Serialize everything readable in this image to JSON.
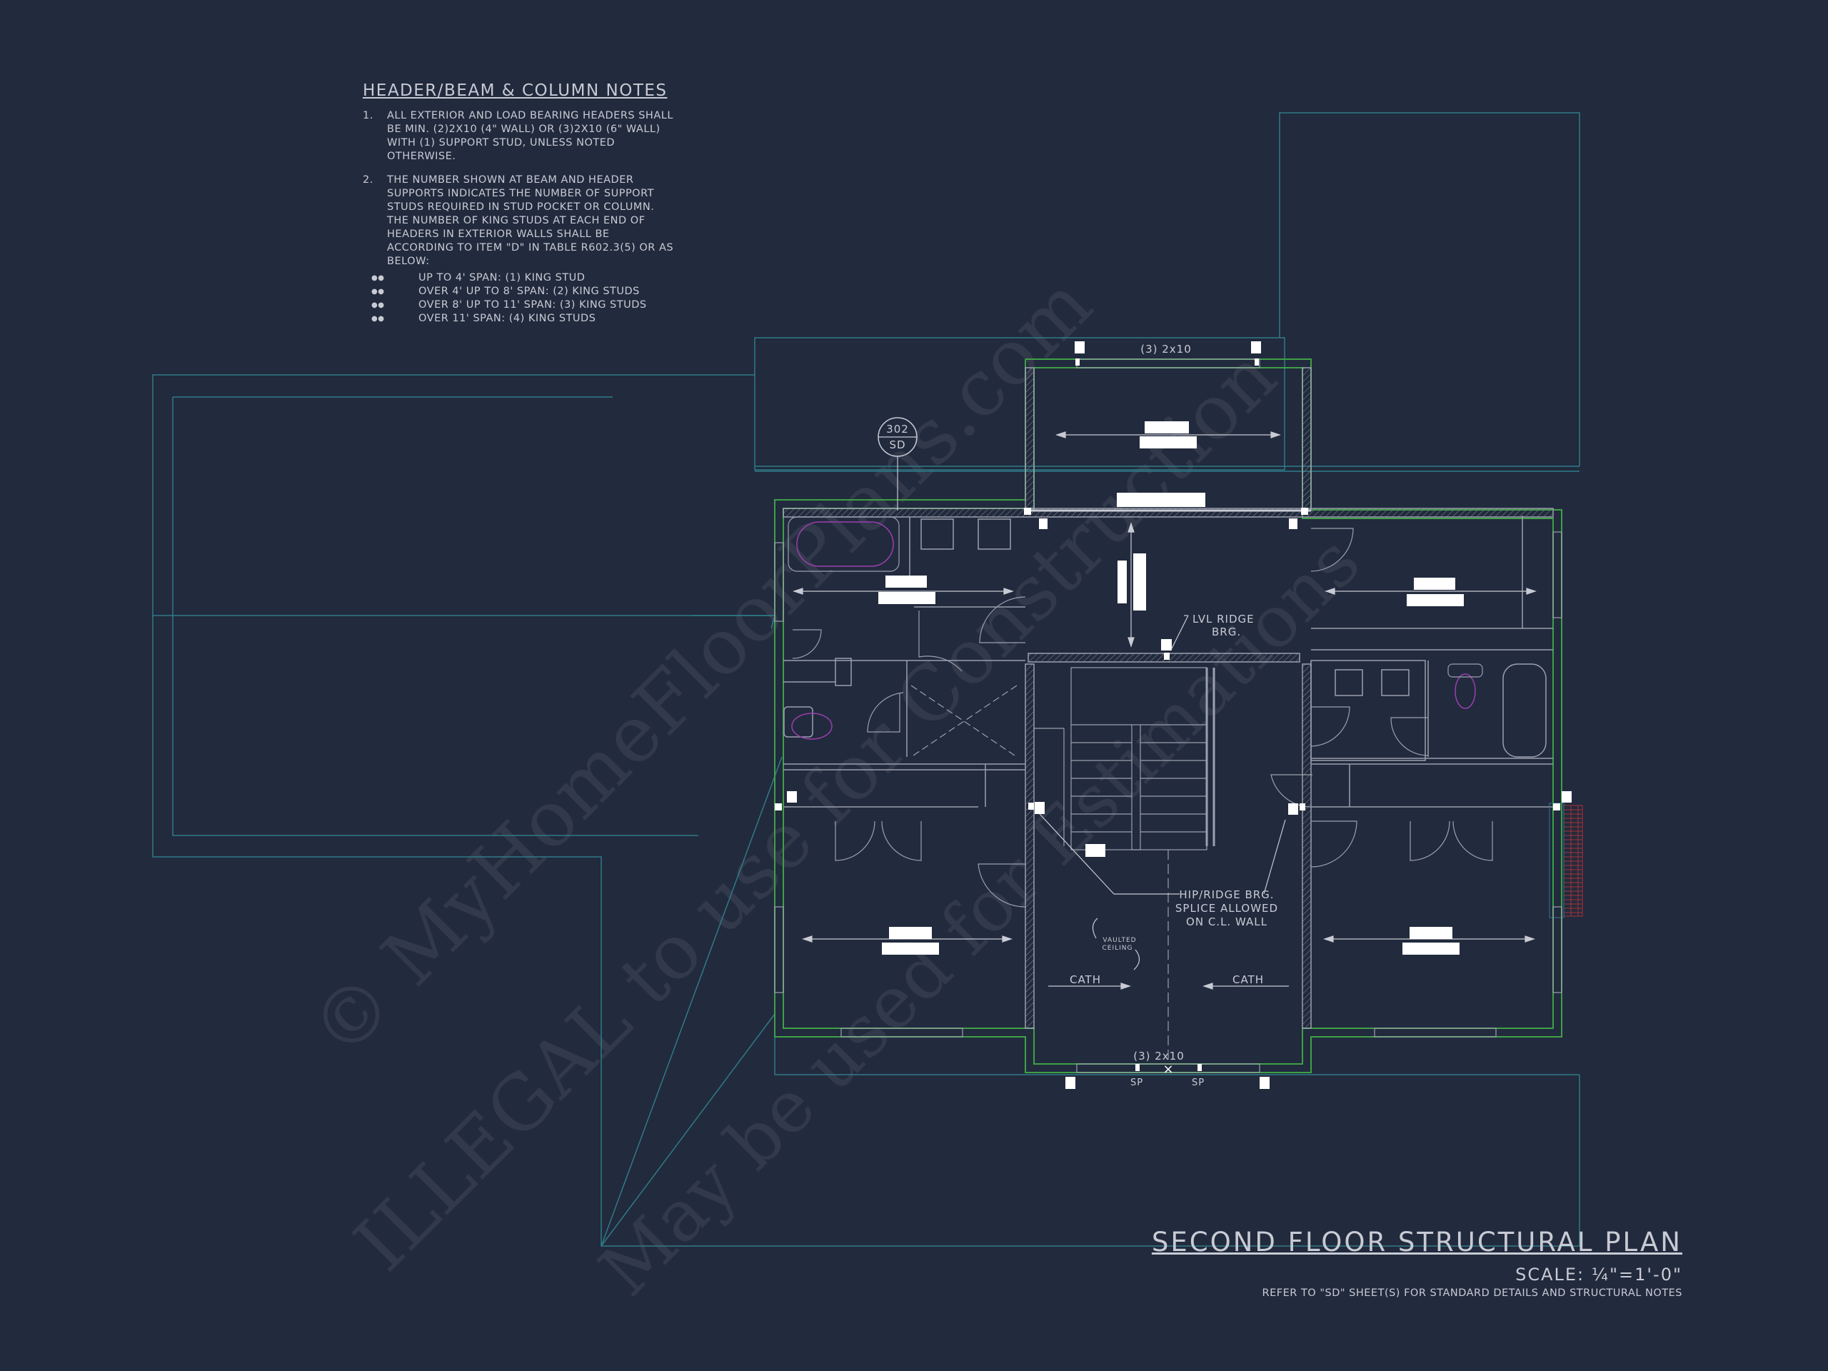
{
  "notes": {
    "title": "HEADER/BEAM & COLUMN NOTES",
    "items": [
      {
        "num": "1.",
        "text": "ALL EXTERIOR AND LOAD BEARING HEADERS SHALL BE MIN. (2)2x10 (4\" WALL) OR (3)2x10 (6\" WALL) WITH (1) SUPPORT STUD, UNLESS NOTED OTHERWISE."
      },
      {
        "num": "2.",
        "text": "THE NUMBER SHOWN AT BEAM AND HEADER SUPPORTS INDICATES THE NUMBER OF SUPPORT STUDS REQUIRED IN STUD POCKET OR COLUMN. THE NUMBER OF KING STUDS AT EACH END OF HEADERS IN EXTERIOR WALLS SHALL BE ACCORDING TO ITEM \"d\" IN TABLE R602.3(5) OR AS BELOW:"
      }
    ],
    "bullets": [
      "UP TO 4' SPAN: (1) KING STUD",
      "OVER 4' UP TO 8' SPAN: (2) KING STUDS",
      "OVER 8' UP TO 11' SPAN: (3) KING STUDS",
      "OVER 11' SPAN: (4) KING STUDS"
    ]
  },
  "plan": {
    "top_header": "(3) 2x10",
    "bottom_header": "(3) 2x10",
    "section_ref_number": "302",
    "section_ref_sheet": "SD",
    "lvl_label_line1": "LVL RIDGE",
    "lvl_label_line2": "BRG.",
    "hip_label_line1": "HIP/RIDGE BRG.",
    "hip_label_line2": "SPLICE ALLOWED",
    "hip_label_line3": "ON C.L. WALL",
    "vaulted_line1": "VAULTED",
    "vaulted_line2": "CEILING",
    "cath_left": "CATH",
    "cath_right": "CATH",
    "sp_left": "SP",
    "sp_right": "SP"
  },
  "title_block": {
    "title": "SECOND FLOOR STRUCTURAL PLAN",
    "scale": "SCALE: ¼\"=1'-0\"",
    "refer": "REFER TO \"SD\" SHEET(S) FOR STANDARD DETAILS AND STRUCTURAL NOTES"
  },
  "watermark": {
    "line1": "© MyHomeFloorPlans.com",
    "line2": "ILLEGAL to use for Construction",
    "line3": "May be used for Estimations"
  },
  "colors": {
    "background": "#222a3d",
    "wall_green": "#3fa046",
    "outline_teal": "#2f7a88",
    "line_gray": "#9aa0ad",
    "fixture_purple": "#9a3fb0",
    "brick_red": "#a83238"
  }
}
